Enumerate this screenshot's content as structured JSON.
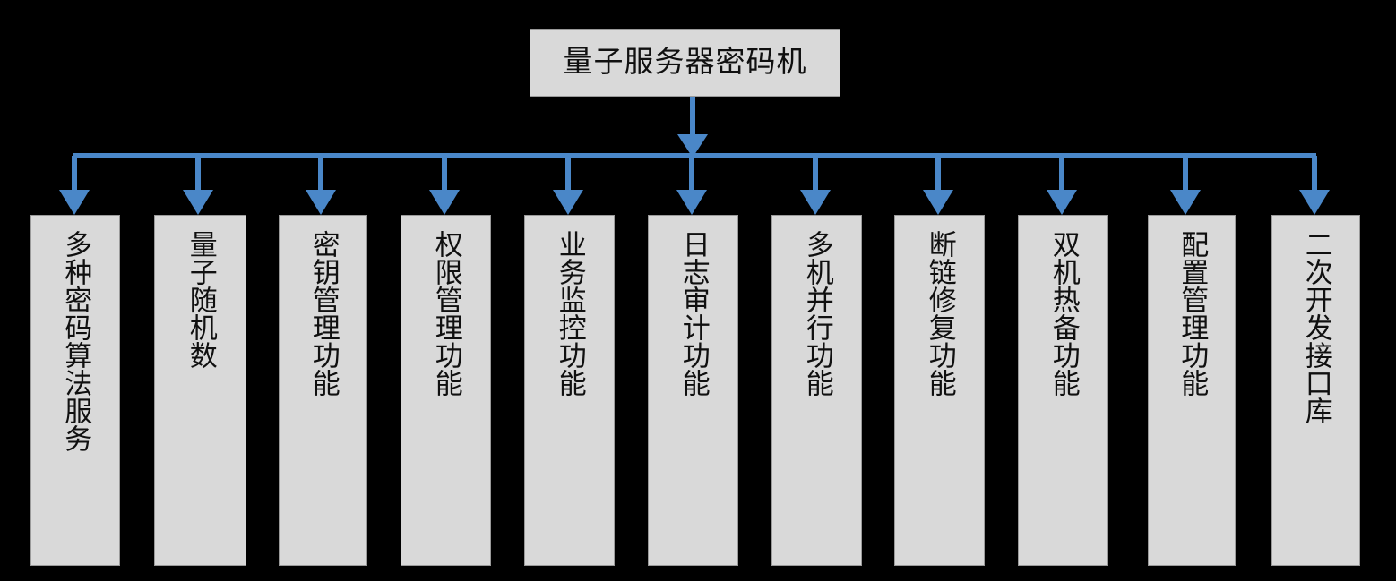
{
  "diagram": {
    "type": "tree-hierarchy",
    "orientation": "top-down",
    "background_color": "#000000",
    "node_fill_color": "#D9D9D9",
    "node_border_color": "#9A9A9A",
    "connector_color": "#4A87C8",
    "root": {
      "label": "量子服务器密码机"
    },
    "children": [
      {
        "label": "多种密码算法服务"
      },
      {
        "label": "量子随机数"
      },
      {
        "label": "密钥管理功能"
      },
      {
        "label": "权限管理功能"
      },
      {
        "label": "业务监控功能"
      },
      {
        "label": "日志审计功能"
      },
      {
        "label": "多机并行功能"
      },
      {
        "label": "断链修复功能"
      },
      {
        "label": "双机热备功能"
      },
      {
        "label": "配置管理功能"
      },
      {
        "label": "二次开发接口库"
      }
    ]
  }
}
